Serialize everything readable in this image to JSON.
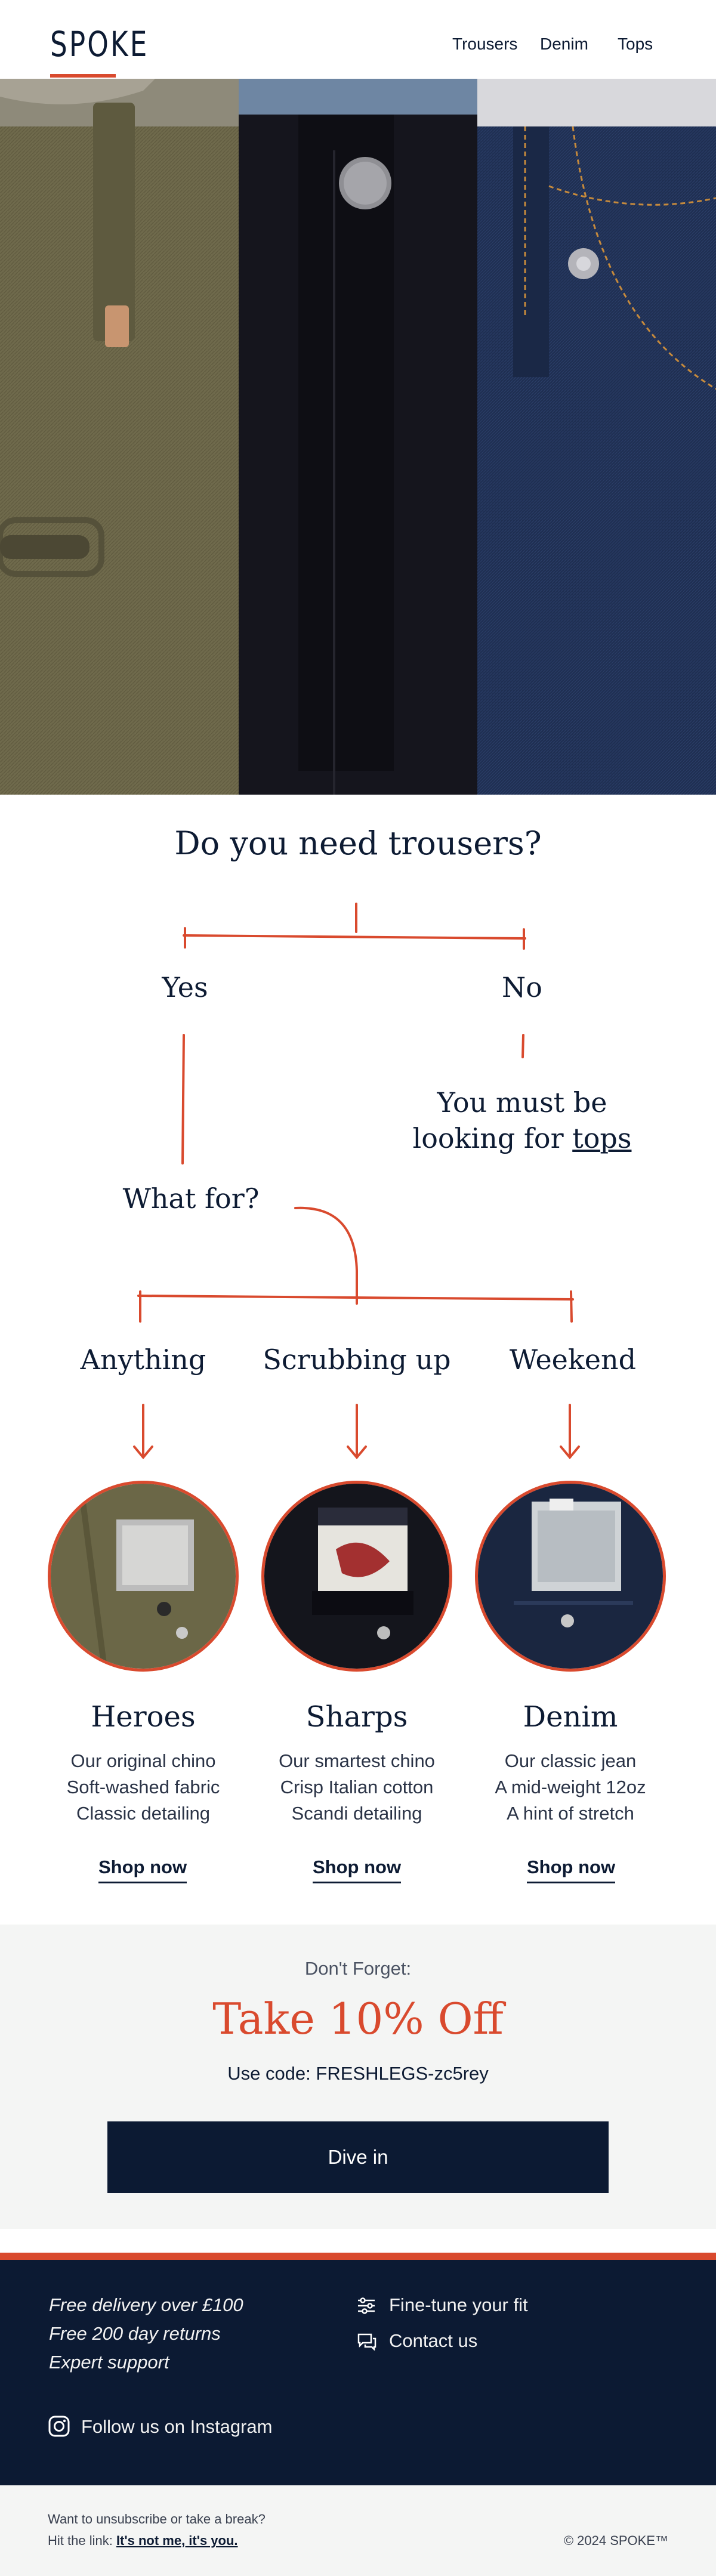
{
  "header": {
    "logo": "SPOKE",
    "nav": [
      "Trousers",
      "Denim",
      "Tops"
    ]
  },
  "flow": {
    "question": "Do you need trousers?",
    "yes": "Yes",
    "no": "No",
    "no_answer_line1": "You must be",
    "no_answer_line2_prefix": "looking for ",
    "no_answer_link": "tops",
    "what_for": "What for?",
    "options": [
      "Anything",
      "Scrubbing up",
      "Weekend"
    ]
  },
  "products": [
    {
      "name": "Heroes",
      "lines": [
        "Our original chino",
        "Soft-washed fabric",
        "Classic detailing"
      ],
      "cta": "Shop now"
    },
    {
      "name": "Sharps",
      "lines": [
        "Our smartest chino",
        "Crisp Italian cotton",
        "Scandi detailing"
      ],
      "cta": "Shop now"
    },
    {
      "name": "Denim",
      "lines": [
        "Our classic jean",
        "A mid-weight 12oz",
        "A hint of stretch"
      ],
      "cta": "Shop now"
    }
  ],
  "discount": {
    "eyebrow": "Don't Forget:",
    "headline": "Take 10% Off",
    "code_text": "Use code: FRESHLEGS-zc5rey",
    "button": "Dive in"
  },
  "footer": {
    "perks": [
      "Free delivery over £100",
      "Free 200 day returns",
      "Expert support"
    ],
    "links": [
      "Fine-tune your fit",
      "Contact us"
    ],
    "instagram": "Follow us on Instagram"
  },
  "bottom": {
    "line1": "Want to unsubscribe or take a break?",
    "line2_prefix": "Hit the link: ",
    "unsubscribe_link": "It's not me, it's you.",
    "copyright": "© 2024 SPOKE™"
  },
  "colors": {
    "accent": "#d94a2e",
    "navy": "#0c1a33",
    "light_bg": "#f4f5f4"
  }
}
